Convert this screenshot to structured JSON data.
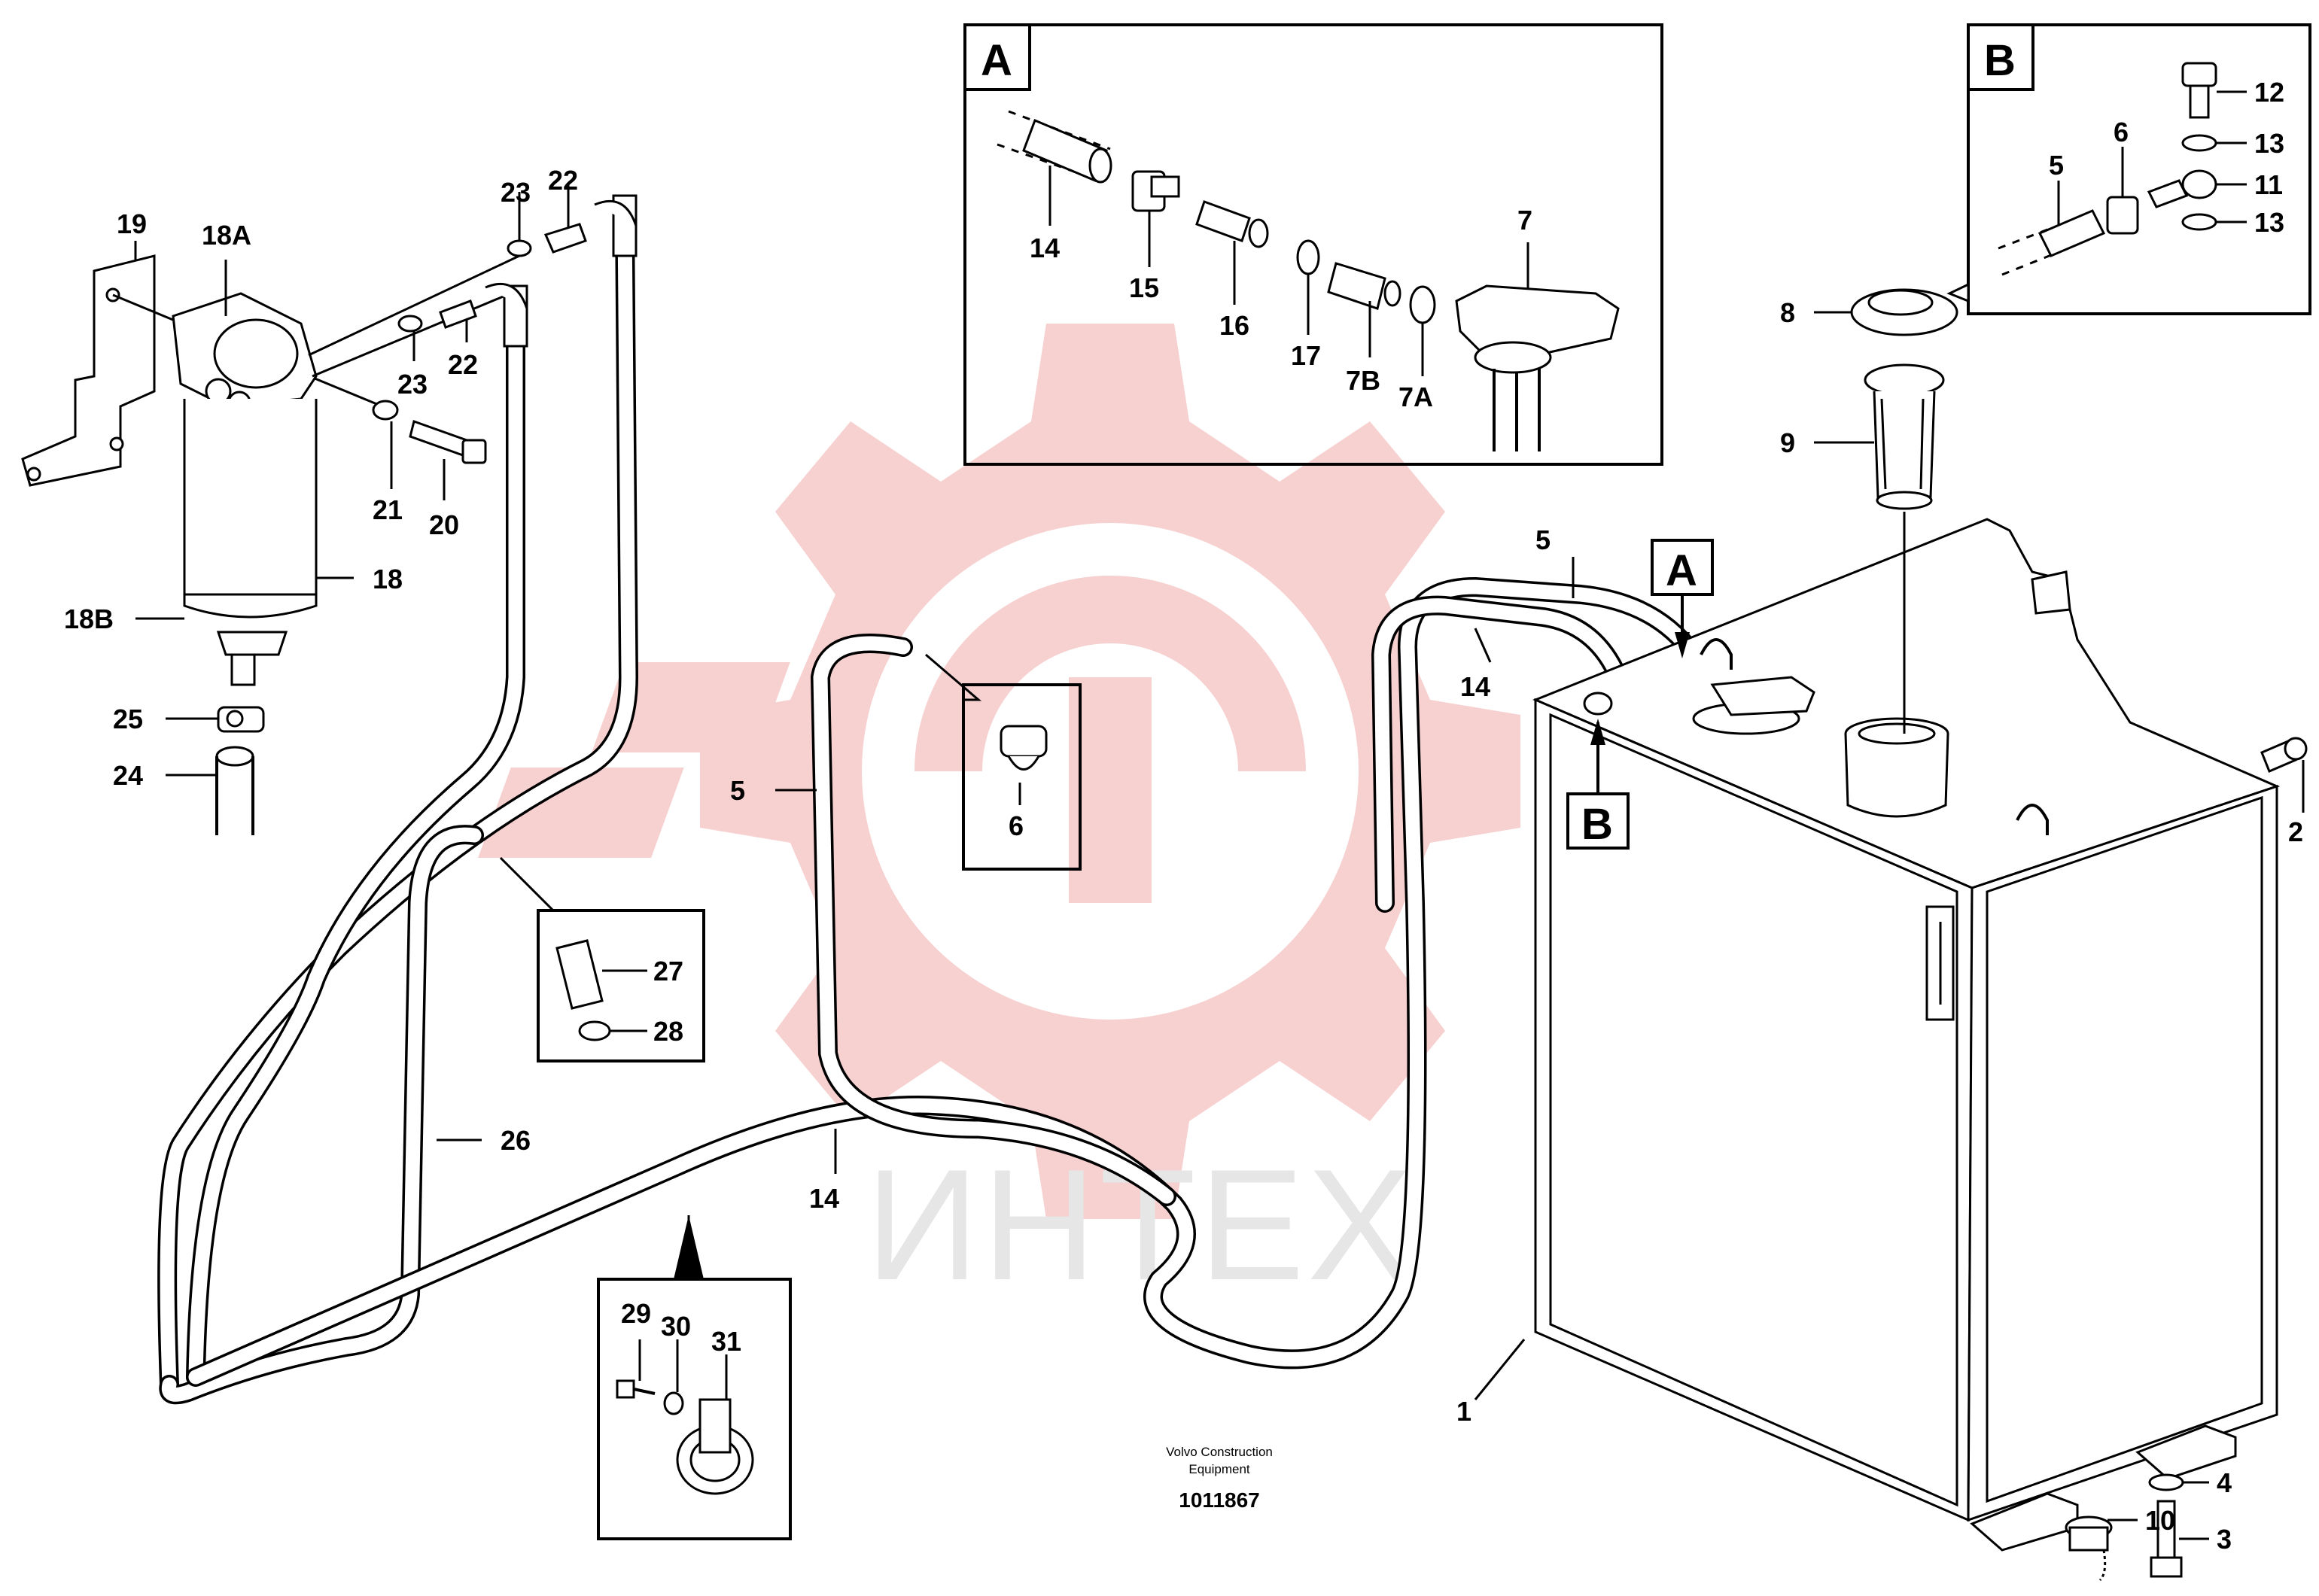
{
  "diagram": {
    "watermark_text": "ИНТЕХ",
    "watermark_color": "#f6c8c8",
    "detail_boxes": [
      {
        "letter": "A"
      },
      {
        "letter": "B"
      }
    ],
    "pointer_labels": {
      "a": "A",
      "b": "B"
    },
    "labels": {
      "p1": "1",
      "p2": "2",
      "p3": "3",
      "p4": "4",
      "p5_b": "5",
      "p5_top": "5",
      "p5_left": "5",
      "p6_b": "6",
      "p6_clip": "6",
      "p7": "7",
      "p7a": "7A",
      "p7b": "7B",
      "p8": "8",
      "p9": "9",
      "p10": "10",
      "p11": "11",
      "p12": "12",
      "p13_top": "13",
      "p13_bot": "13",
      "p14_a": "14",
      "p14_tank": "14",
      "p14_bottom": "14",
      "p15": "15",
      "p16": "16",
      "p17": "17",
      "p18": "18",
      "p18a": "18A",
      "p18b": "18B",
      "p19": "19",
      "p20": "20",
      "p21": "21",
      "p22_top": "22",
      "p22_mid": "22",
      "p23_top": "23",
      "p23_mid": "23",
      "p24": "24",
      "p25": "25",
      "p26": "26",
      "p27": "27",
      "p28": "28",
      "p29": "29",
      "p30": "30",
      "p31": "31"
    },
    "footer": {
      "line1": "Volvo Construction",
      "line2": "Equipment",
      "code": "1011867"
    }
  }
}
